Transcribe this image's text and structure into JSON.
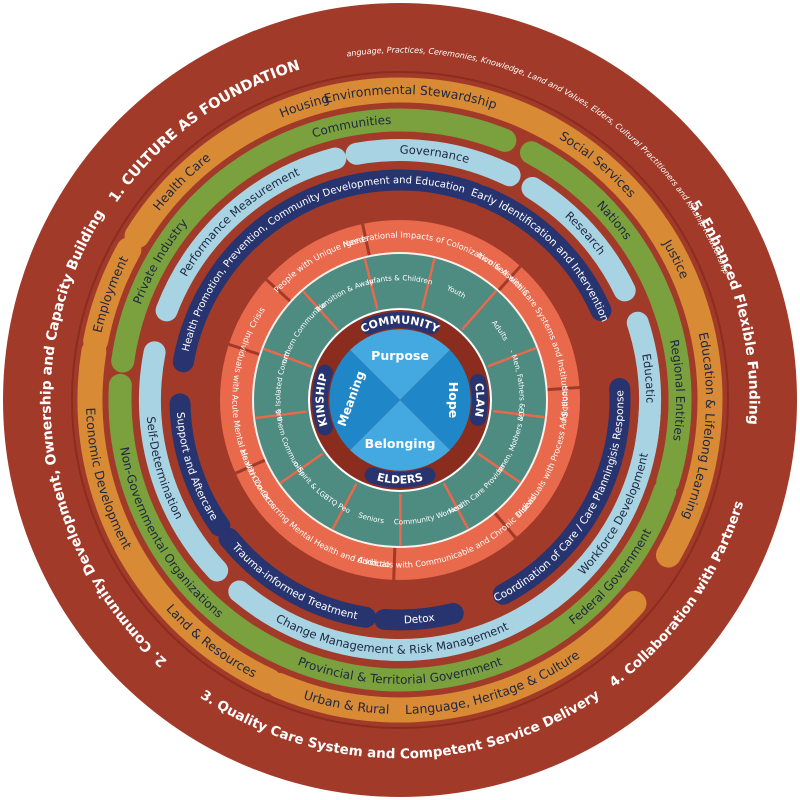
{
  "colors": {
    "outer": "#a23a29",
    "background_white": "#ffffff",
    "orange": "#d98a35",
    "green": "#7aa13d",
    "light_blue": "#a8d3e3",
    "navy": "#27346f",
    "coral": "#e8694b",
    "teal": "#4e8b81",
    "deep_red": "#8a2d1f",
    "core_blue": "#1f86c7",
    "core_light": "#44a9e0",
    "white": "#ffffff",
    "dark_text": "#1d2740"
  },
  "outer_ring": {
    "title": "1. CULTURE AS FOUNDATION",
    "subtitle": "(Language, Practices, Ceremonies, Knowledge, Land and Values, Elders, Cultural Practitioners and Kinship Relationships)",
    "streams": [
      "2. Community Development, Ownership and Capacity Building",
      "3. Quality Care System and Competent Service Delivery",
      "4. Collaboration with Partners",
      "5. Enhanced Flexible Funding"
    ]
  },
  "ring_orange": [
    "Environmental Stewardship",
    "Social Services",
    "Justice",
    "Education & Lifelong Learning",
    "Language, Heritage & Culture",
    "Urban & Rural",
    "Land & Resources",
    "Economic Development",
    "Employment",
    "Health Care",
    "Housing"
  ],
  "ring_green": [
    "Communities",
    "Nations",
    "Regional Entities",
    "Federal Government",
    "Provincial & Territorial Government",
    "Non-Governmental Organizations",
    "Private Industry"
  ],
  "ring_lightblue": [
    "Governance",
    "Research",
    "Education",
    "Workforce Development",
    "Change Management & Risk Management",
    "Self-Determination",
    "Performance Measurement"
  ],
  "ring_navy": [
    "Health Promotion, Prevention, Community Development and Education",
    "Early Identification and Intervention",
    "Crisis Response",
    "Coordination of Care / Care Planning",
    "Detox",
    "Trauma-informed Treatment",
    "Support and Aftercare"
  ],
  "ring_coral": [
    "Intergenerational Impacts of Colonization & Assimilation",
    "People Involved with Care Systems and Institutional Systems",
    "Individuals with Process Addictions",
    "Individuals with Communicable and Chronic Diseases",
    "Individuals with Co-Occurring Mental Health and Addiction Issues",
    "Individuals with Acute Mental Health Concerns",
    "Crisis",
    "People with Unique Needs"
  ],
  "ring_teal": [
    "Infants & Children",
    "Youth",
    "Adults",
    "- GENDER - Men, Fathers & Grandfathers",
    "- GENDER - Women, Mothers & Grandmothers",
    "Health Care Providers",
    "Community Workers",
    "Seniors",
    "Two-Spirit & LGBTQ People",
    "Northern Communities",
    "Remote & Isolated Communities",
    "Northern Communities",
    "Individuals in Transition & Away from Reserve"
  ],
  "ring_core": {
    "community": "COMMUNITY",
    "clan": "CLAN",
    "elders": "ELDERS",
    "kinship": "KINSHIP"
  },
  "center": {
    "purpose": "Purpose",
    "hope": "Hope",
    "belonging": "Belonging",
    "meaning": "Meaning"
  }
}
